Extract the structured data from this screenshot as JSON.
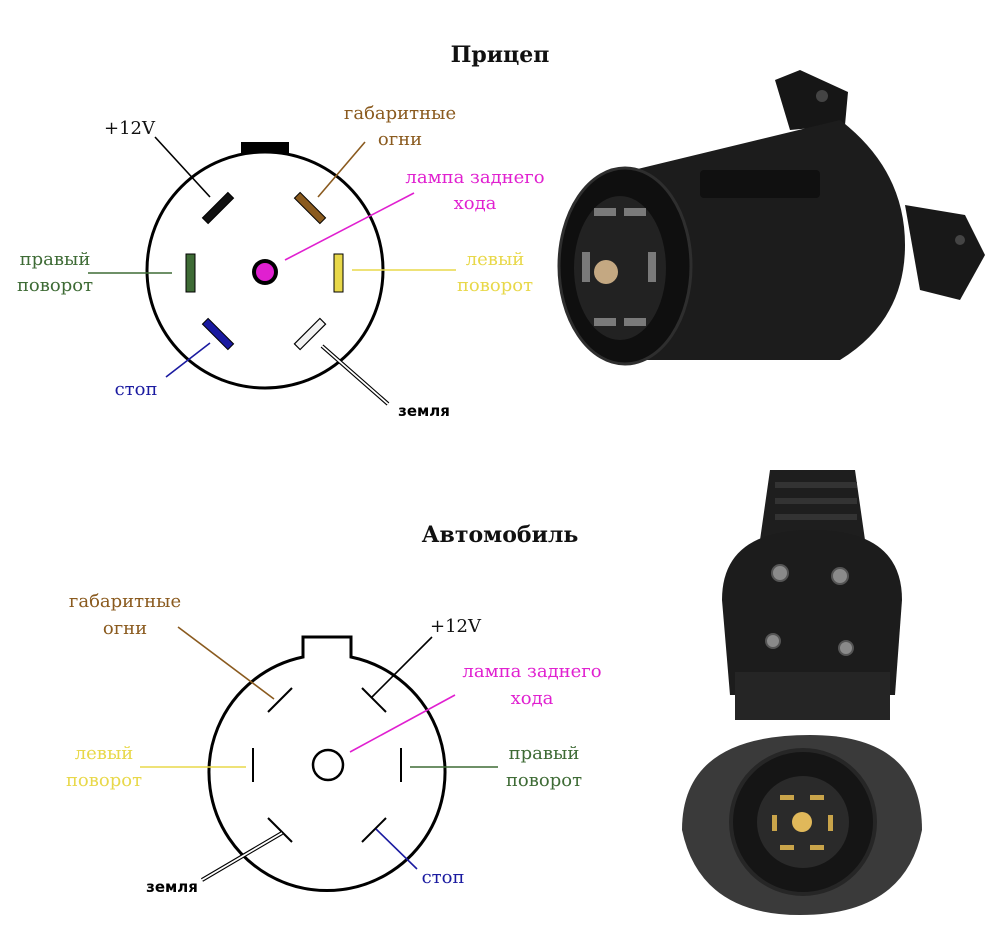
{
  "colors": {
    "marker": "#1a1a1a",
    "park": "#8a5a1e",
    "reverse": "#e020d0",
    "right_turn": "#3e6b35",
    "left_turn": "#e8d84a",
    "stop": "#1a1aa0",
    "ground": "#f2f2f2",
    "photo_body": "#1c1c1c"
  },
  "trailer": {
    "title": "Прицеп",
    "labels": {
      "plus12": "+12V",
      "park_line1": "габаритные",
      "park_line2": "огни",
      "reverse_line1": "лампа заднего",
      "reverse_line2": "хода",
      "right_line1": "правый",
      "right_line2": "поворот",
      "left_line1": "левый",
      "left_line2": "поворот",
      "stop": "стоп",
      "ground": "земля"
    }
  },
  "car": {
    "title": "Автомобиль",
    "labels": {
      "park_line1": "габаритные",
      "park_line2": "огни",
      "plus12": "+12V",
      "reverse_line1": "лампа заднего",
      "reverse_line2": "хода",
      "left_line1": "левый",
      "left_line2": "поворот",
      "right_line1": "правый",
      "right_line2": "поворот",
      "ground": "земля",
      "stop": "стоп"
    }
  }
}
